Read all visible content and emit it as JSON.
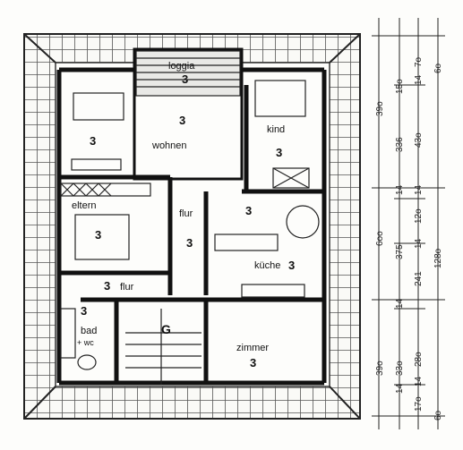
{
  "rooms": {
    "loggia": {
      "label": "loggia",
      "count": "3"
    },
    "wohnen": {
      "label": "wohnen",
      "count": "3"
    },
    "left_room": {
      "count": "3"
    },
    "kind": {
      "label": "kind",
      "count": "3"
    },
    "eltern": {
      "label": "eltern",
      "count": "3"
    },
    "flur_top": {
      "label": "flur",
      "count": "3"
    },
    "flur_mid": {
      "count": "3"
    },
    "kueche": {
      "label": "küche",
      "count": "3"
    },
    "flur_low": {
      "label": "flur",
      "count": "3"
    },
    "bad": {
      "label": "bad",
      "sub": "+ wc",
      "count": "3"
    },
    "stair": {
      "label": "G"
    },
    "zimmer": {
      "label": "zimmer",
      "count": "3"
    }
  },
  "dimensions": {
    "outer": [
      "39o",
      "6oo",
      "39o"
    ],
    "middle": [
      "336",
      "375",
      "33o"
    ],
    "inner": [
      "15o",
      "43o",
      "12o",
      "241",
      "28o"
    ],
    "small": [
      "14",
      "7o",
      "14",
      "14",
      "14",
      "14",
      "14",
      "17o",
      "14"
    ],
    "far": [
      "6o",
      "128o",
      "6o"
    ]
  }
}
